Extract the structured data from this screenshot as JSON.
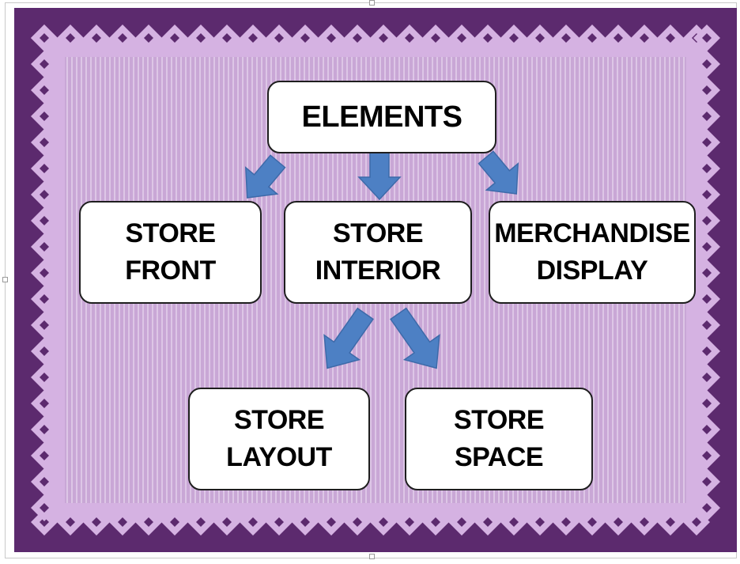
{
  "colors": {
    "frame_dark": "#5c2a6e",
    "frame_diamond": "#d5b2e2",
    "inner_light": "#c9a7d6",
    "stripe": "#ddc6e6",
    "arrow_fill": "#4d80c4",
    "arrow_stroke": "#3d6aa9",
    "box_fill": "#ffffff",
    "box_border": "#1e1e1e"
  },
  "diagram": {
    "root": {
      "label": "ELEMENTS"
    },
    "level1": [
      {
        "line1": "STORE",
        "line2": "FRONT"
      },
      {
        "line1": "STORE",
        "line2": "INTERIOR"
      },
      {
        "line1": "MERCHANDISE",
        "line2": "DISPLAY"
      }
    ],
    "level2": [
      {
        "line1": "STORE",
        "line2": "LAYOUT"
      },
      {
        "line1": "STORE",
        "line2": "SPACE"
      }
    ],
    "edges": [
      {
        "from": "ELEMENTS",
        "to": "STORE FRONT"
      },
      {
        "from": "ELEMENTS",
        "to": "STORE INTERIOR"
      },
      {
        "from": "ELEMENTS",
        "to": "MERCHANDISE DISPLAY"
      },
      {
        "from": "STORE INTERIOR",
        "to": "STORE LAYOUT"
      },
      {
        "from": "STORE INTERIOR",
        "to": "STORE SPACE"
      }
    ]
  }
}
